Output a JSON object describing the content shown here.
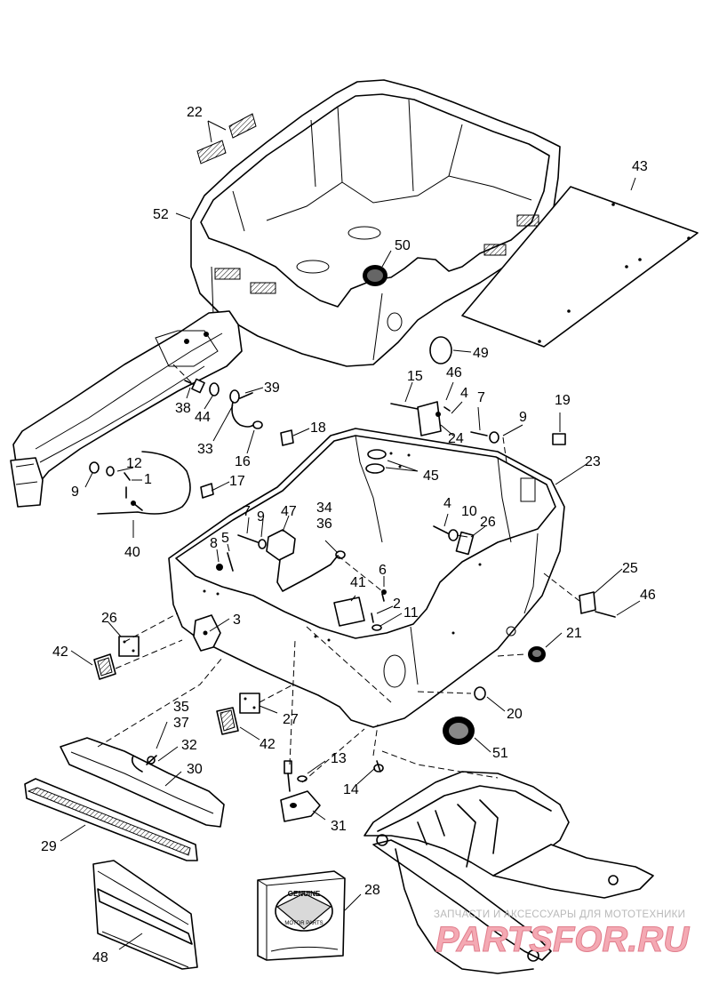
{
  "callouts": [
    {
      "n": "1"
    },
    {
      "n": "2"
    },
    {
      "n": "3"
    },
    {
      "n": "4"
    },
    {
      "n": "4"
    },
    {
      "n": "5"
    },
    {
      "n": "6"
    },
    {
      "n": "7"
    },
    {
      "n": "7"
    },
    {
      "n": "8"
    },
    {
      "n": "9"
    },
    {
      "n": "9"
    },
    {
      "n": "9"
    },
    {
      "n": "10"
    },
    {
      "n": "11"
    },
    {
      "n": "12"
    },
    {
      "n": "13"
    },
    {
      "n": "14"
    },
    {
      "n": "15"
    },
    {
      "n": "16"
    },
    {
      "n": "17"
    },
    {
      "n": "18"
    },
    {
      "n": "19"
    },
    {
      "n": "20"
    },
    {
      "n": "21"
    },
    {
      "n": "22"
    },
    {
      "n": "23"
    },
    {
      "n": "24"
    },
    {
      "n": "25"
    },
    {
      "n": "26"
    },
    {
      "n": "26"
    },
    {
      "n": "27"
    },
    {
      "n": "28"
    },
    {
      "n": "29"
    },
    {
      "n": "30"
    },
    {
      "n": "31"
    },
    {
      "n": "32"
    },
    {
      "n": "33"
    },
    {
      "n": "34"
    },
    {
      "n": "35"
    },
    {
      "n": "36"
    },
    {
      "n": "37"
    },
    {
      "n": "38"
    },
    {
      "n": "39"
    },
    {
      "n": "40"
    },
    {
      "n": "41"
    },
    {
      "n": "42"
    },
    {
      "n": "42"
    },
    {
      "n": "43"
    },
    {
      "n": "44"
    },
    {
      "n": "45"
    },
    {
      "n": "46"
    },
    {
      "n": "46"
    },
    {
      "n": "47"
    },
    {
      "n": "48"
    },
    {
      "n": "49"
    },
    {
      "n": "50"
    },
    {
      "n": "51"
    },
    {
      "n": "52"
    }
  ],
  "box_logo": {
    "line1": "GENUINE",
    "line2": "MOTOR PARTS"
  },
  "watermark": {
    "tagline": "ЗАПЧАСТИ И АКСЕССУАРЫ ДЛЯ МОТОТЕХНИКИ",
    "brand": "PARTSFOR.RU"
  }
}
